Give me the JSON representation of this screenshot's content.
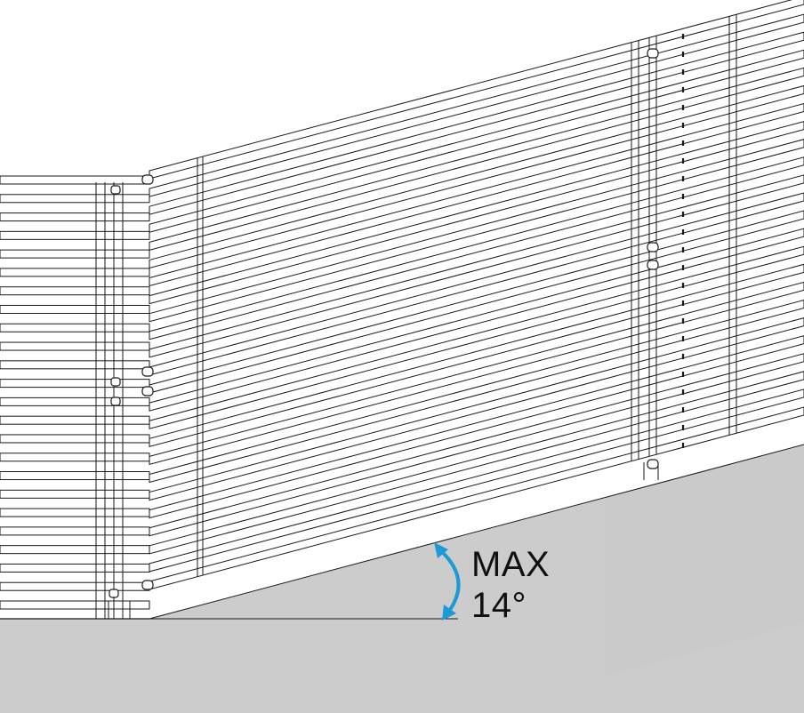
{
  "annotation": {
    "line1": "MAX",
    "line2": "14°",
    "max_slope_degrees": 14
  },
  "colors": {
    "ground": "#cccccc",
    "line": "#1a1a1a",
    "arrow": "#1b9ad6",
    "background": "#ffffff"
  },
  "fence": {
    "flat_section_bar_count": 24,
    "sloped_section_bar_count": 24
  }
}
